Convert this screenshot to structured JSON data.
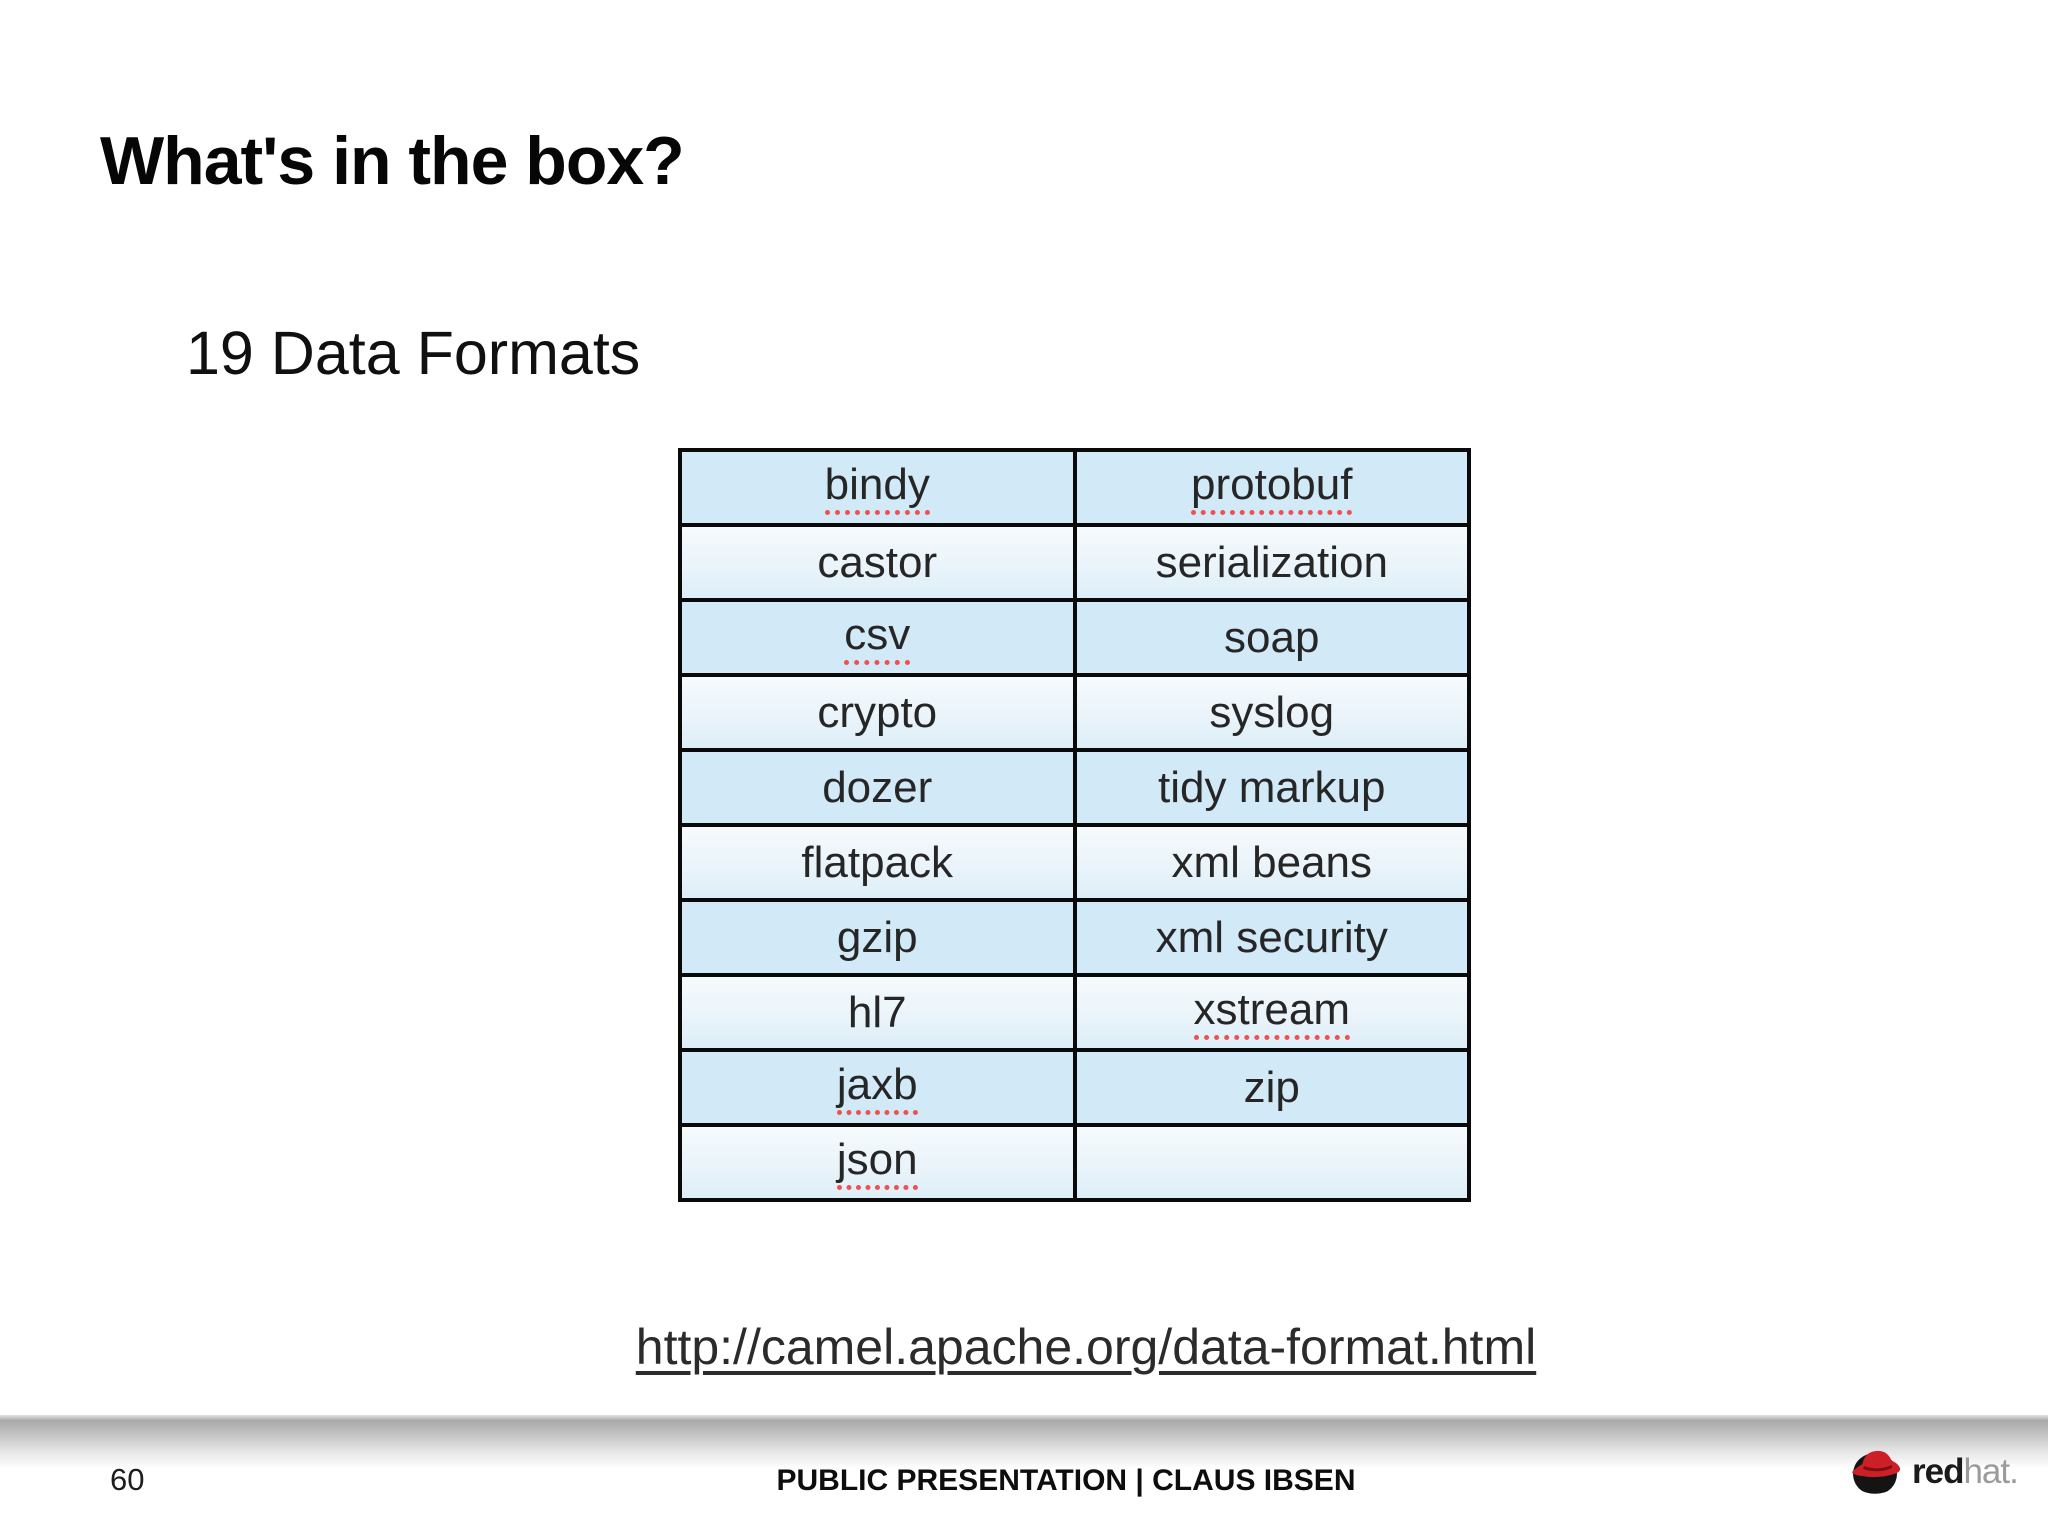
{
  "slide": {
    "title": "What's in the box?",
    "subtitle": "19 Data Formats",
    "link": "http://camel.apache.org/data-format.html"
  },
  "table": {
    "rows": [
      [
        {
          "text": "bindy",
          "misspelled": true
        },
        {
          "text": "protobuf",
          "misspelled": true
        }
      ],
      [
        {
          "text": "castor",
          "misspelled": false
        },
        {
          "text": "serialization",
          "misspelled": false
        }
      ],
      [
        {
          "text": "csv",
          "misspelled": true
        },
        {
          "text": "soap",
          "misspelled": false
        }
      ],
      [
        {
          "text": "crypto",
          "misspelled": false
        },
        {
          "text": "syslog",
          "misspelled": false
        }
      ],
      [
        {
          "text": "dozer",
          "misspelled": false
        },
        {
          "text": "tidy markup",
          "misspelled": false
        }
      ],
      [
        {
          "text": "flatpack",
          "misspelled": false
        },
        {
          "text": "xml beans",
          "misspelled": false
        }
      ],
      [
        {
          "text": "gzip",
          "misspelled": false
        },
        {
          "text": "xml security",
          "misspelled": false
        }
      ],
      [
        {
          "text": "hl7",
          "misspelled": false
        },
        {
          "text": "xstream",
          "misspelled": true
        }
      ],
      [
        {
          "text": "jaxb",
          "misspelled": true
        },
        {
          "text": "zip",
          "misspelled": false
        }
      ],
      [
        {
          "text": "json",
          "misspelled": true
        },
        {
          "text": "",
          "misspelled": false
        }
      ]
    ]
  },
  "footer": {
    "page_number": "60",
    "presentation_label": "PUBLIC PRESENTATION | CLAUS IBSEN",
    "logo": {
      "brand_red": "red",
      "brand_hat": "hat."
    }
  },
  "colors": {
    "row_blue": "#d2eaf7",
    "row_light": "#eef5fb",
    "table_border": "#0a0a0a",
    "misspell_underline": "#f0504f",
    "logo_red": "#cc2026",
    "logo_gray": "#9b9b9b",
    "footer_bar_gray": "#a9a9a9"
  }
}
